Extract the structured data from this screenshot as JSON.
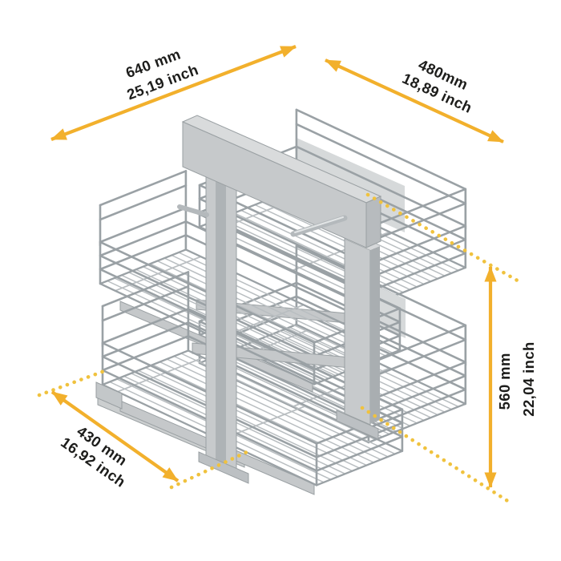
{
  "diagram": {
    "type": "product-dimension-diagram",
    "product_name": "corner pull-out two-tier wire basket unit"
  },
  "dimensions": {
    "width": {
      "mm": "640 mm",
      "inch": "25,19 inch"
    },
    "depth": {
      "mm": "480mm",
      "inch": "18,89 inch"
    },
    "pullout": {
      "mm": "430 mm",
      "inch": "16,92 inch"
    },
    "height": {
      "mm": "560 mm",
      "inch": "22,04 inch"
    }
  },
  "colors": {
    "dimension_arrow": "#F2B02C",
    "dimension_dots": "#F0C23E",
    "label_text": "#1D1D1B",
    "background": "#FFFFFF",
    "frame_gray": "#C7CACC",
    "wire_chrome": "#9AA1A5"
  }
}
